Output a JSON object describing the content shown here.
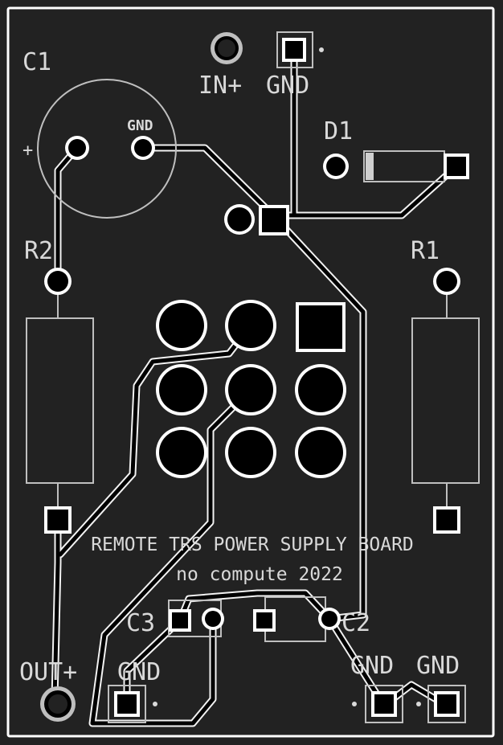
{
  "board": {
    "background": "#222222",
    "outline_color": "#ffffff",
    "copper_color": "#000000",
    "silk_color": "#d9d9d9"
  },
  "labels": {
    "c1": "C1",
    "c1_plus": "+",
    "c1_gnd": "GND",
    "in_plus": "IN+",
    "in_gnd": "GND",
    "d1": "D1",
    "r2": "R2",
    "r1": "R1",
    "title": "REMOTE TRS POWER SUPPLY BOARD",
    "subtitle": "no compute 2022",
    "c3": "C3",
    "c2": "C2",
    "out_plus": "OUT+",
    "out_gnd": "GND",
    "gnd_1": "GND",
    "gnd_2": "GND"
  }
}
